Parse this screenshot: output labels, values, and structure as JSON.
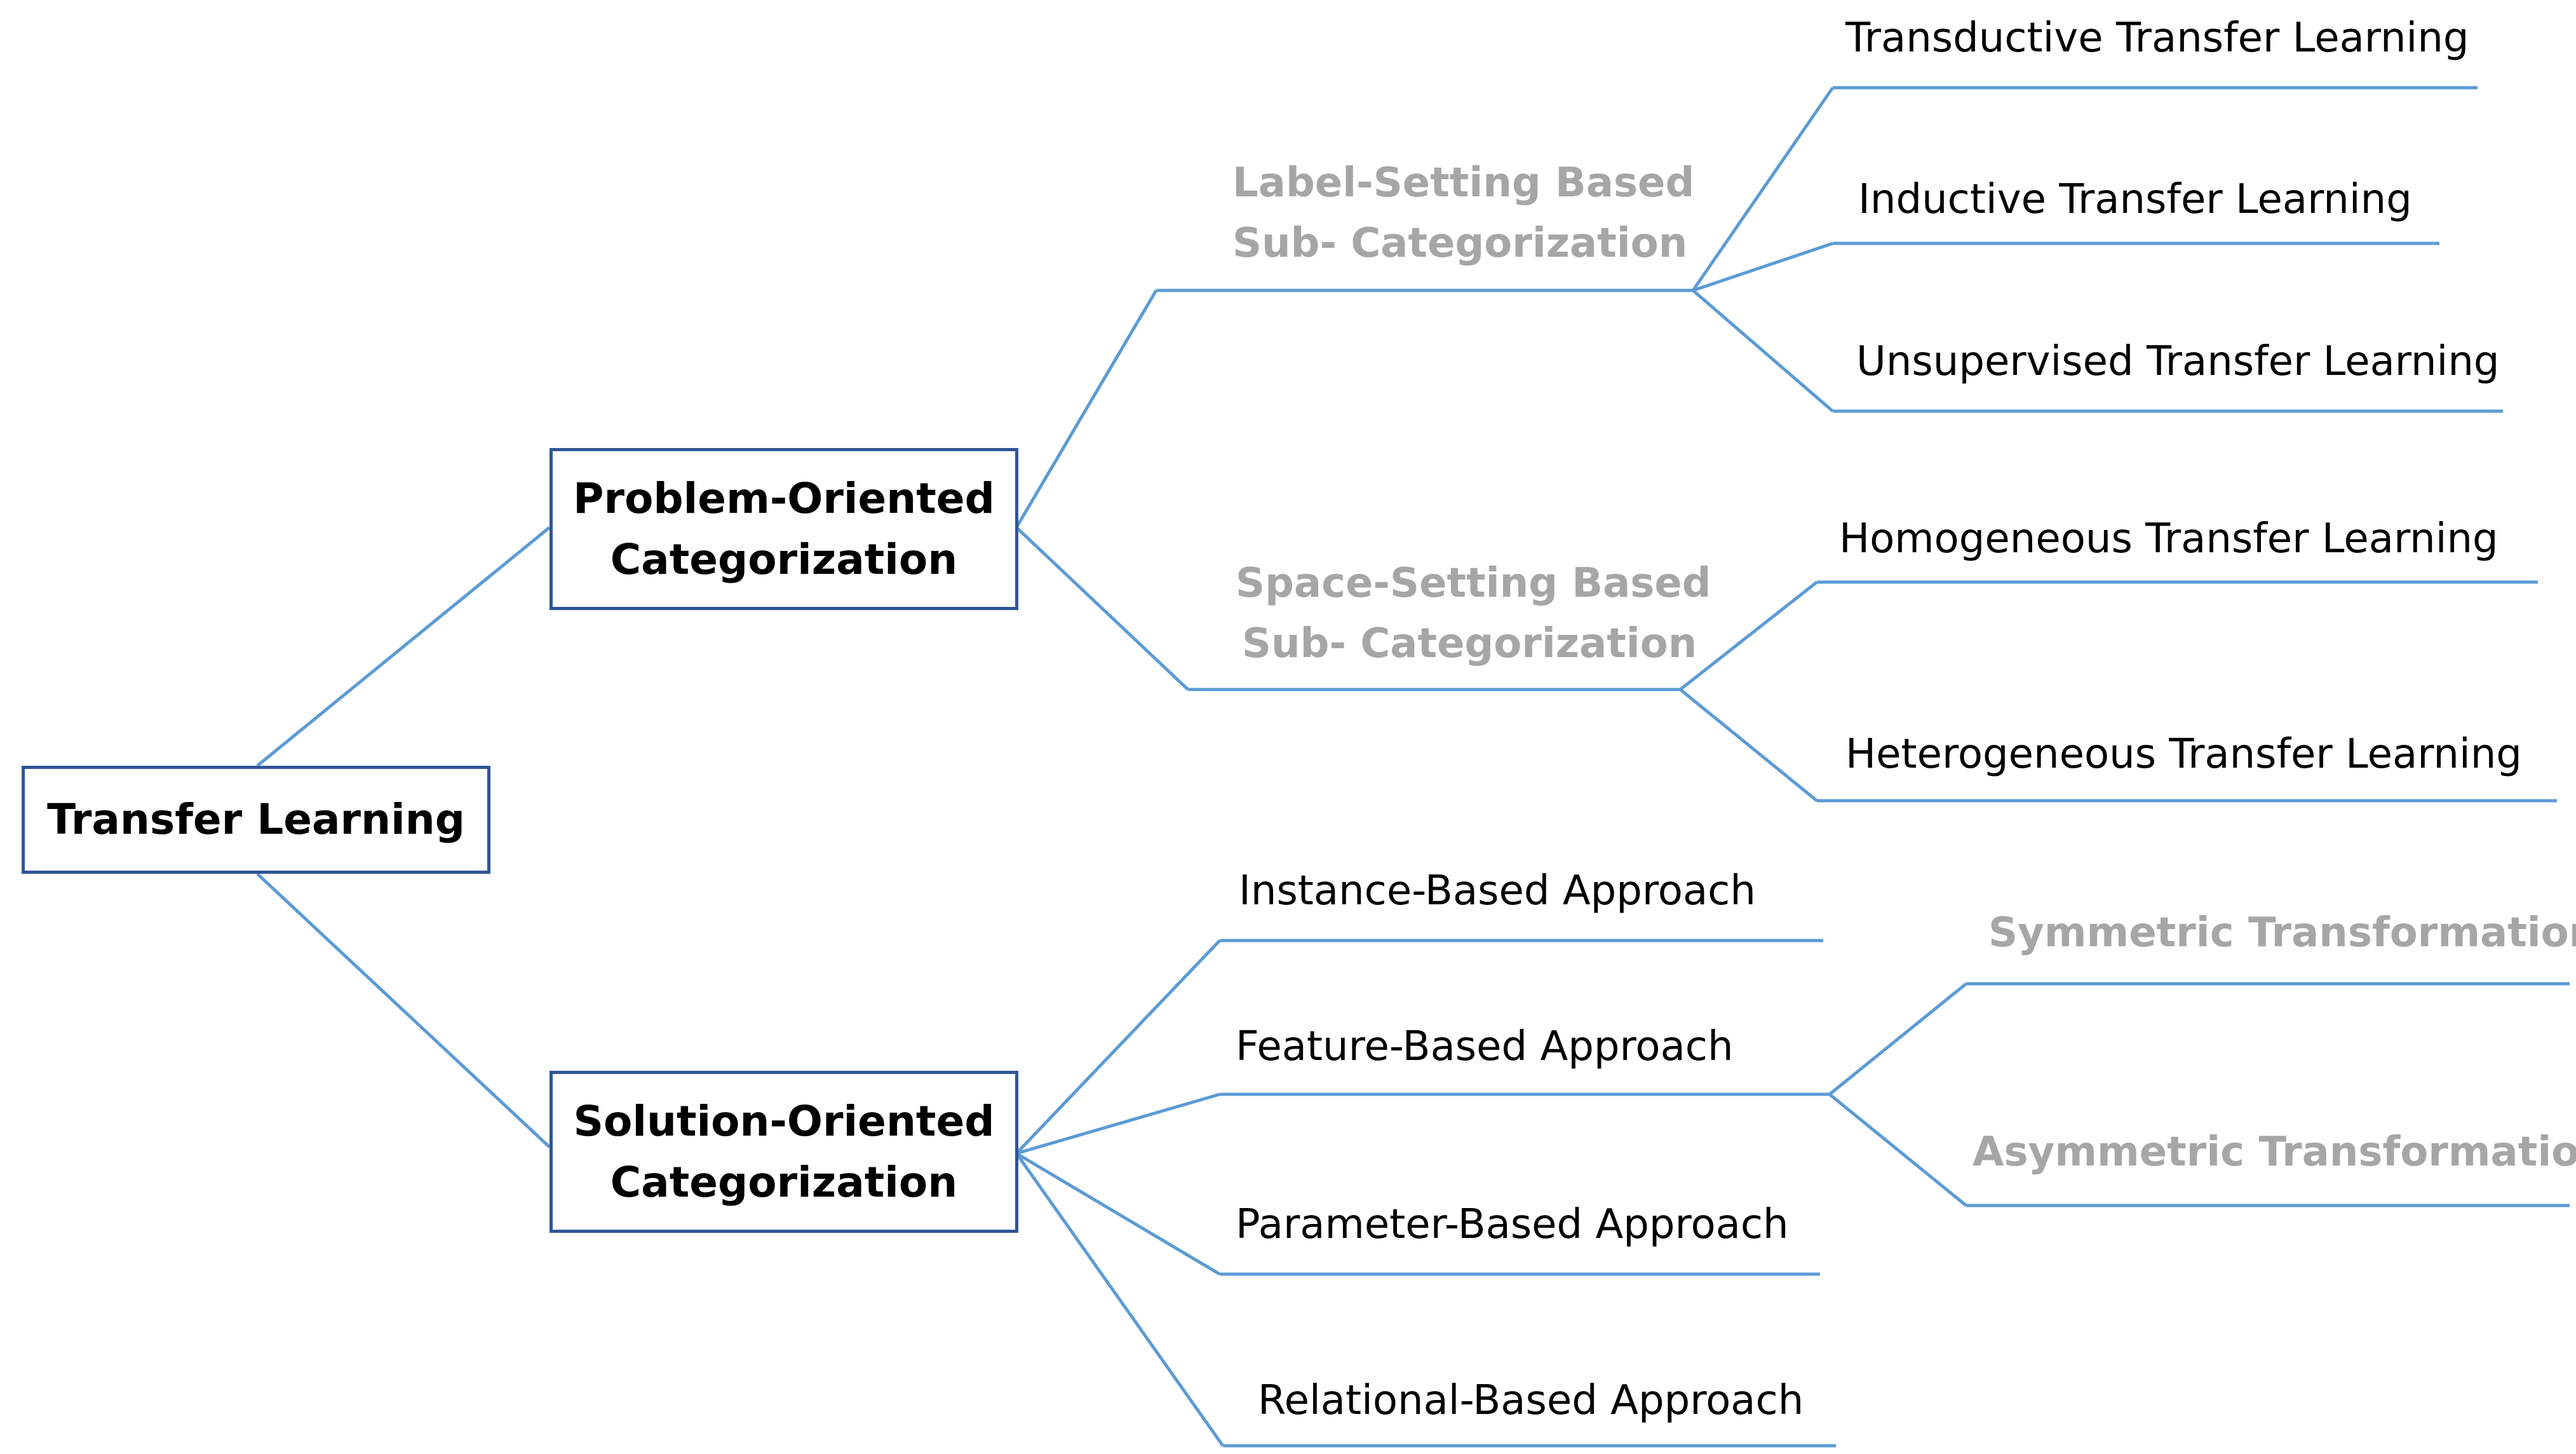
{
  "root": {
    "label": "Transfer Learning"
  },
  "problem": {
    "label_line1": "Problem-Oriented",
    "label_line2": "Categorization",
    "label_setting": {
      "line1": "Label-Setting Based",
      "line2": "Sub- Categorization",
      "leaves": [
        "Transductive Transfer Learning",
        "Inductive Transfer Learning",
        "Unsupervised Transfer Learning"
      ]
    },
    "space_setting": {
      "line1": "Space-Setting Based",
      "line2": "Sub- Categorization",
      "leaves": [
        "Homogeneous Transfer Learning",
        "Heterogeneous Transfer Learning"
      ]
    }
  },
  "solution": {
    "label_line1": "Solution-Oriented",
    "label_line2": "Categorization",
    "approaches": [
      "Instance-Based Approach",
      "Feature-Based Approach",
      "Parameter-Based Approach",
      "Relational-Based Approach"
    ],
    "feature_sub": [
      "Symmetric Transformation",
      "Asymmetric Transformation"
    ]
  },
  "colors": {
    "line": "#5b9bd5",
    "box_border": "#2f5597",
    "muted_text": "#a6a6a6"
  }
}
